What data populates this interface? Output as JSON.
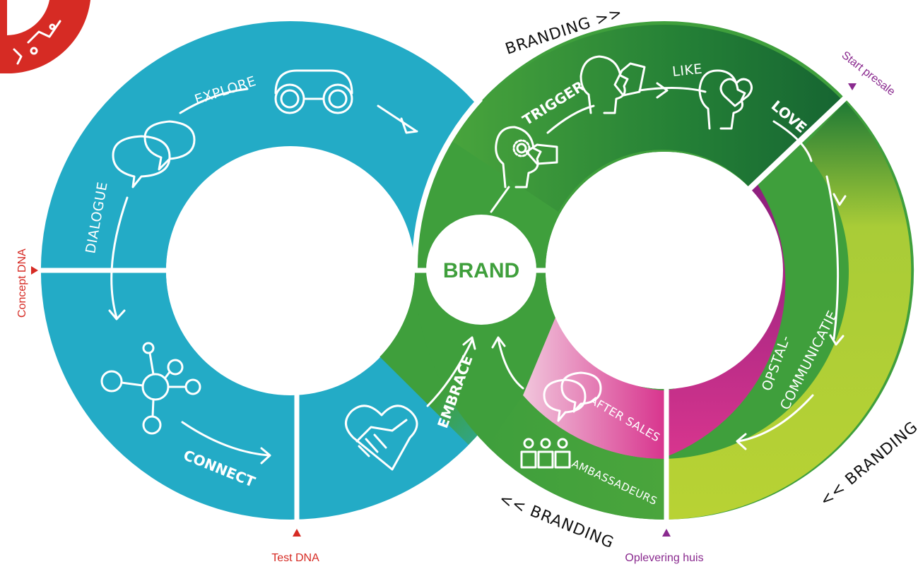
{
  "center_label": "BRAND",
  "left_loop": {
    "labels": {
      "explore": "EXPLORE",
      "dialogue": "DIALOGUE",
      "connect": "CONNECT",
      "embrace": "EMBRACE"
    }
  },
  "right_loop": {
    "labels": {
      "trigger": "TRIGGER",
      "like": "LIKE",
      "love": "LOVE",
      "opstal": "OPSTAL-",
      "communicatie": "COMMUNICATIE",
      "after_sales": "AFTER SALES",
      "ambassadeurs": "AMBASSADEURS"
    }
  },
  "branding": {
    "top": "BRANDING >>",
    "bottom_left": "<< BRANDING",
    "bottom_right": "<< BRANDING"
  },
  "markers": {
    "concept_dna": "Concept DNA",
    "test_dna": "Test DNA",
    "start_presale": "Start presale",
    "oplevering_huis": "Oplevering huis"
  },
  "colors": {
    "teal": "#23abc6",
    "green": "#3f9f3c",
    "dark_green": "#0f5b30",
    "purple": "#8c1f7d",
    "magenta": "#d8358e",
    "pink": "#eebad5",
    "lime": "#b8d234",
    "red": "#d62b24",
    "marker_purple": "#8a2a8f"
  }
}
